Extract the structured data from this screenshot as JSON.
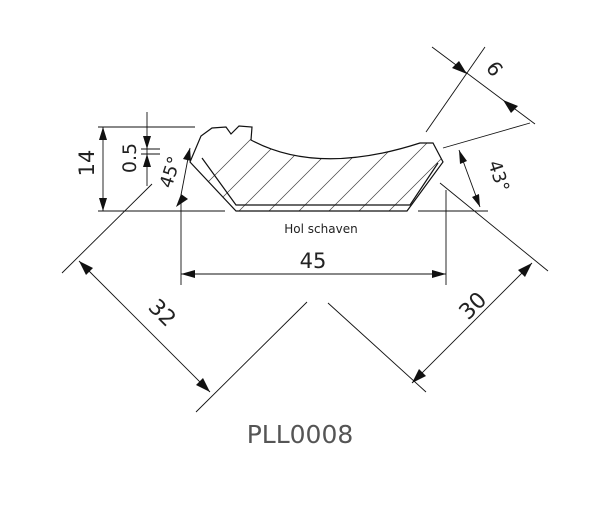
{
  "drawing": {
    "section_label": "Hol schaven",
    "part_number": "PLL0008",
    "dimensions": {
      "width": "45",
      "height": "14",
      "lip": "0.5",
      "left_angle": "45°",
      "right_angle": "43°",
      "right_edge": "6",
      "left_diagonal": "32",
      "right_diagonal": "30"
    }
  }
}
